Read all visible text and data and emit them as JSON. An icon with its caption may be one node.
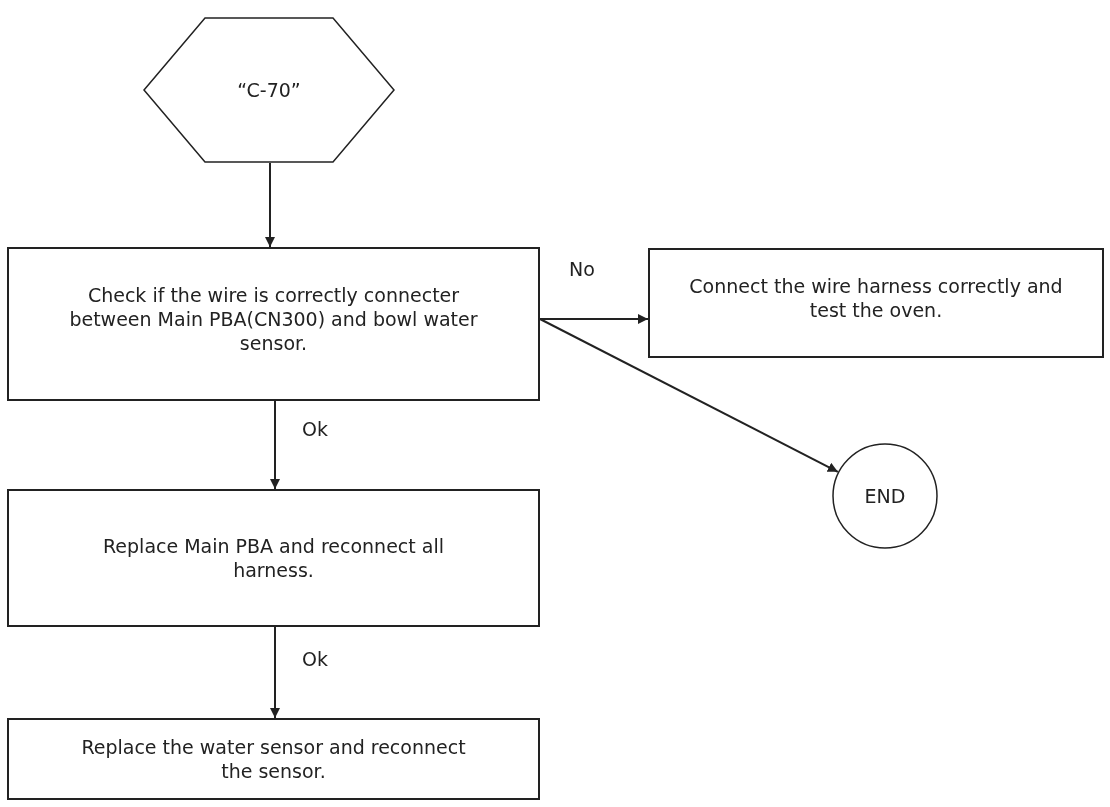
{
  "diagram": {
    "nodes": [
      {
        "text": [
          "“C-70”"
        ]
      },
      {
        "text": [
          "Check if the wire is correctly connecter between Main PBA(CN300) and bowl water sensor."
        ]
      },
      {
        "text": [
          "Connect the wire harness correctly and test the oven."
        ]
      },
      {
        "text": [
          "Replace Main PBA and reconnect all harness."
        ]
      },
      {
        "text": [
          "END"
        ]
      },
      {
        "text": [
          "Replace the water sensor and reconnect the sensor."
        ]
      }
    ],
    "edges": [
      {
        "from": 0,
        "to": 1,
        "arrow": "to"
      },
      {
        "from": 1,
        "to": 2,
        "arrow": "to",
        "label": "No"
      },
      {
        "from": 1,
        "to": 4,
        "arrow": "to"
      },
      {
        "from": 1,
        "to": 3,
        "arrow": "to",
        "label": "Ok"
      },
      {
        "from": 3,
        "to": 5,
        "arrow": "to",
        "label": "Ok"
      }
    ]
  }
}
